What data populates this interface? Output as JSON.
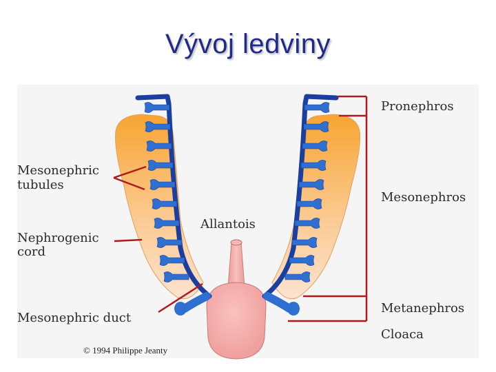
{
  "slide": {
    "title": "Vývoj ledviny"
  },
  "diagram": {
    "labels": {
      "mesonephric_tubules_line1": "Mesonephric",
      "mesonephric_tubules_line2": "tubules",
      "nephrogenic_cord_line1": "Nephrogenic",
      "nephrogenic_cord_line2": "cord",
      "mesonephric_duct": "Mesonephric duct",
      "allantois": "Allantois",
      "pronephros": "Pronephros",
      "mesonephros": "Mesonephros",
      "metanephros": "Metanephros",
      "cloaca": "Cloaca"
    },
    "copyright": "© 1994 Philippe Jeanty",
    "colors": {
      "duct_blue": "#1a3fa0",
      "tubule_blue": "#2f6fd0",
      "ridge_orange": "#f7a531",
      "ridge_pale": "#fde3c8",
      "allantois_pink": "#f2a7a7",
      "bracket_red": "#b01a1a"
    }
  }
}
